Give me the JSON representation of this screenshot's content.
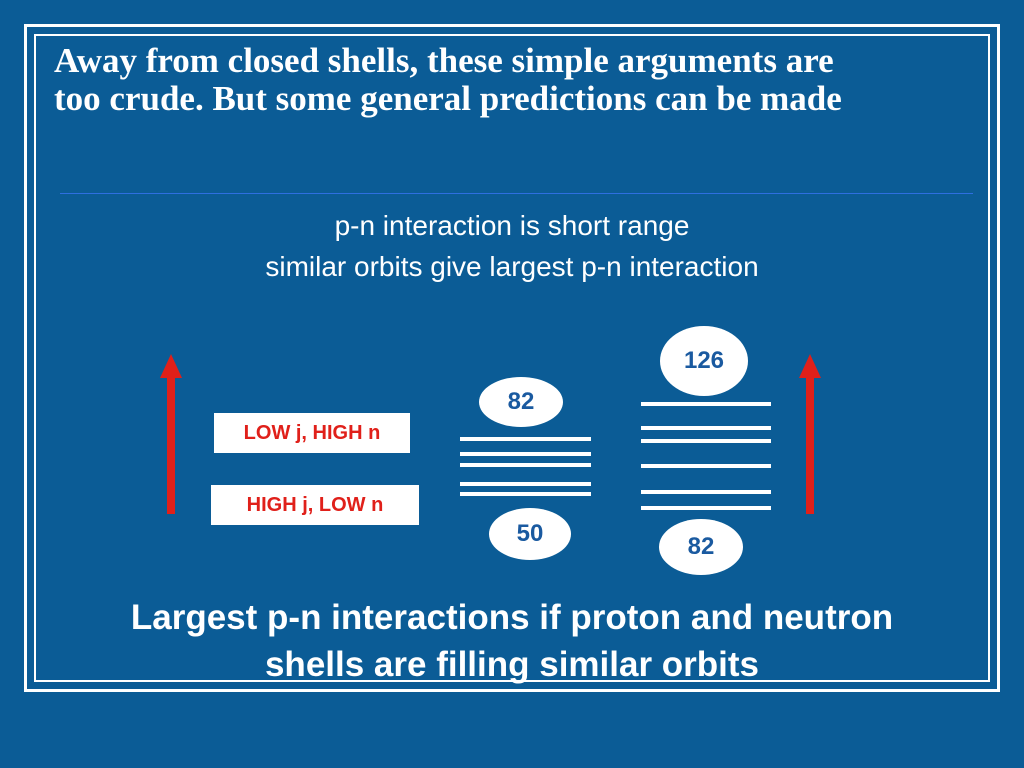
{
  "title": {
    "line1": "Away from closed shells, these simple arguments are",
    "line2": "too crude. But some general predictions can be made"
  },
  "subtitle": {
    "line1": "p-n interaction is short range",
    "line2": "similar orbits give largest p-n interaction"
  },
  "labels": {
    "low_j_high_n": "LOW j, HIGH n",
    "high_j_low_n": "HIGH j, LOW n"
  },
  "shells": {
    "left": {
      "top_label": "82",
      "bottom_label": "50"
    },
    "right": {
      "top_label": "126",
      "bottom_label": "82"
    }
  },
  "conclusion": {
    "line1": "Largest p-n interactions if proton and neutron",
    "line2": "shells are filling similar orbits"
  },
  "colors": {
    "background": "#0b5c96",
    "arrow": "#e0201a",
    "label_text": "#e0201a",
    "bubble_text": "#1a5aa0",
    "divider": "#2e6fe0"
  }
}
